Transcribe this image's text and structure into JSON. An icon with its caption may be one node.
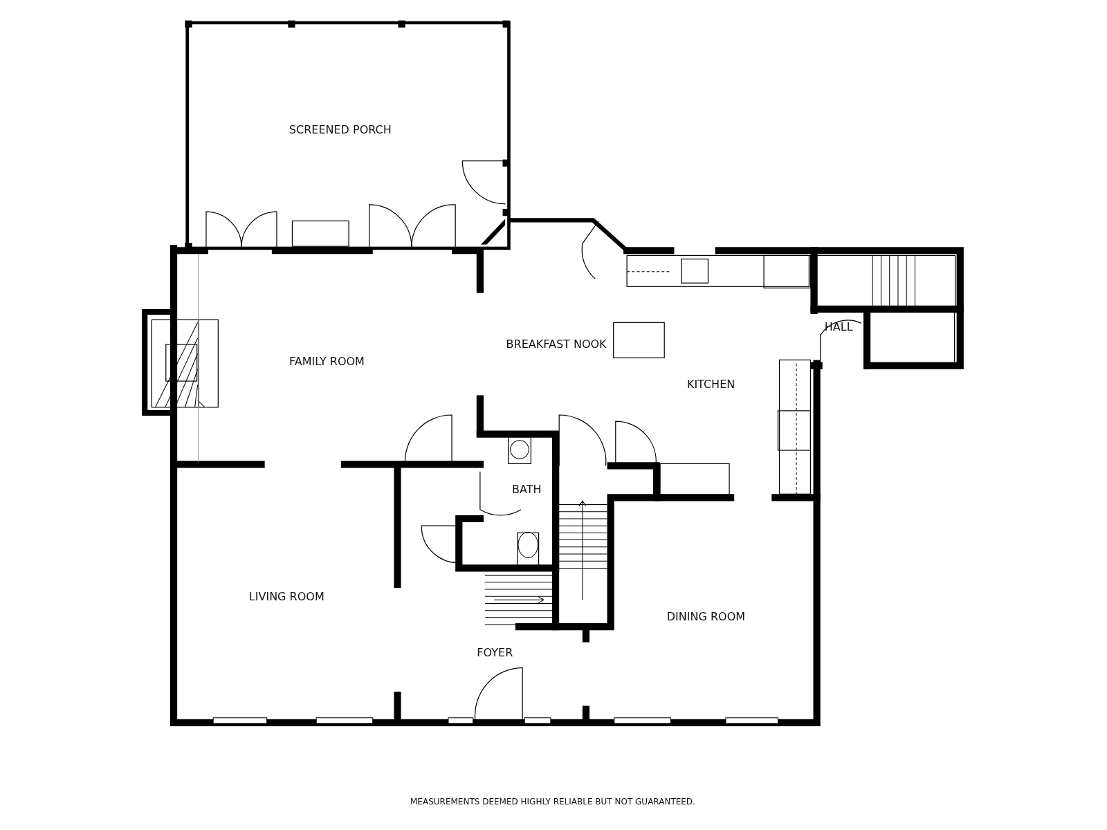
{
  "diagram": {
    "labels": [
      "SCREENED PORCH",
      "FAMILY ROOM",
      "BREAKFAST NOOK",
      "KITCHEN",
      "HALL",
      "BATH",
      "LIVING ROOM",
      "DINING ROOM",
      "FOYER",
      "MEASUREMENTS DEEMED HIGHLY RELIABLE BUT NOT GUARANTEED."
    ]
  }
}
